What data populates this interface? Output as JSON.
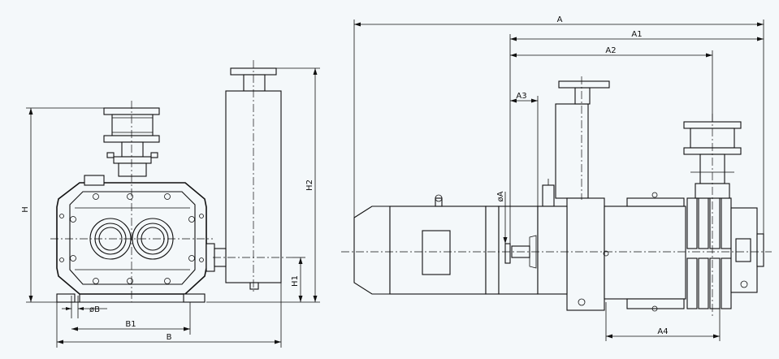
{
  "dimensions": {
    "H": "H",
    "H1": "H1",
    "H2": "H2",
    "B": "B",
    "B1": "B1",
    "phiB": "øB",
    "A": "A",
    "A1": "A1",
    "A2": "A2",
    "A3": "A3",
    "A4": "A4",
    "phiA": "øA"
  },
  "colors": {
    "line": "#111111",
    "background": "#f4f8fa"
  }
}
